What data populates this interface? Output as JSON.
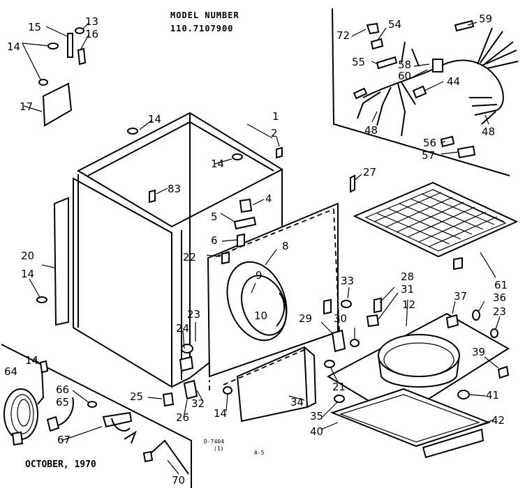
{
  "header": {
    "line1": "MODEL NUMBER",
    "line2": "110.7107900"
  },
  "footer": {
    "date": "OCTOBER, 1970",
    "ref": "D-7404",
    "ref_sub": "(1)",
    "page": "A-5"
  },
  "labels": {
    "l1": "1",
    "l2": "2",
    "l4": "4",
    "l5": "5",
    "l6": "6",
    "l8": "8",
    "l9": "9",
    "l10": "10",
    "l12": "12",
    "l13": "13",
    "l14a": "14",
    "l14b": "14",
    "l14c": "14",
    "l14d": "14",
    "l14e": "14",
    "l14f": "14",
    "l15": "15",
    "l16": "16",
    "l17": "17",
    "l20": "20",
    "l21": "21",
    "l22": "22",
    "l23a": "23",
    "l23b": "23",
    "l24": "24",
    "l25": "25",
    "l26": "26",
    "l27": "27",
    "l28": "28",
    "l29": "29",
    "l30": "30",
    "l31": "31",
    "l32": "32",
    "l33": "33",
    "l34": "34",
    "l35": "35",
    "l36": "36",
    "l37": "37",
    "l39": "39",
    "l40": "40",
    "l41": "41",
    "l42": "42",
    "l44": "44",
    "l48a": "48",
    "l48b": "48",
    "l54": "54",
    "l55": "55",
    "l56": "56",
    "l57": "57",
    "l58": "58",
    "l59": "59",
    "l60": "60",
    "l61": "61",
    "l64": "64",
    "l65": "65",
    "l66": "66",
    "l67": "67",
    "l70": "70",
    "l72": "72",
    "l83": "83"
  }
}
